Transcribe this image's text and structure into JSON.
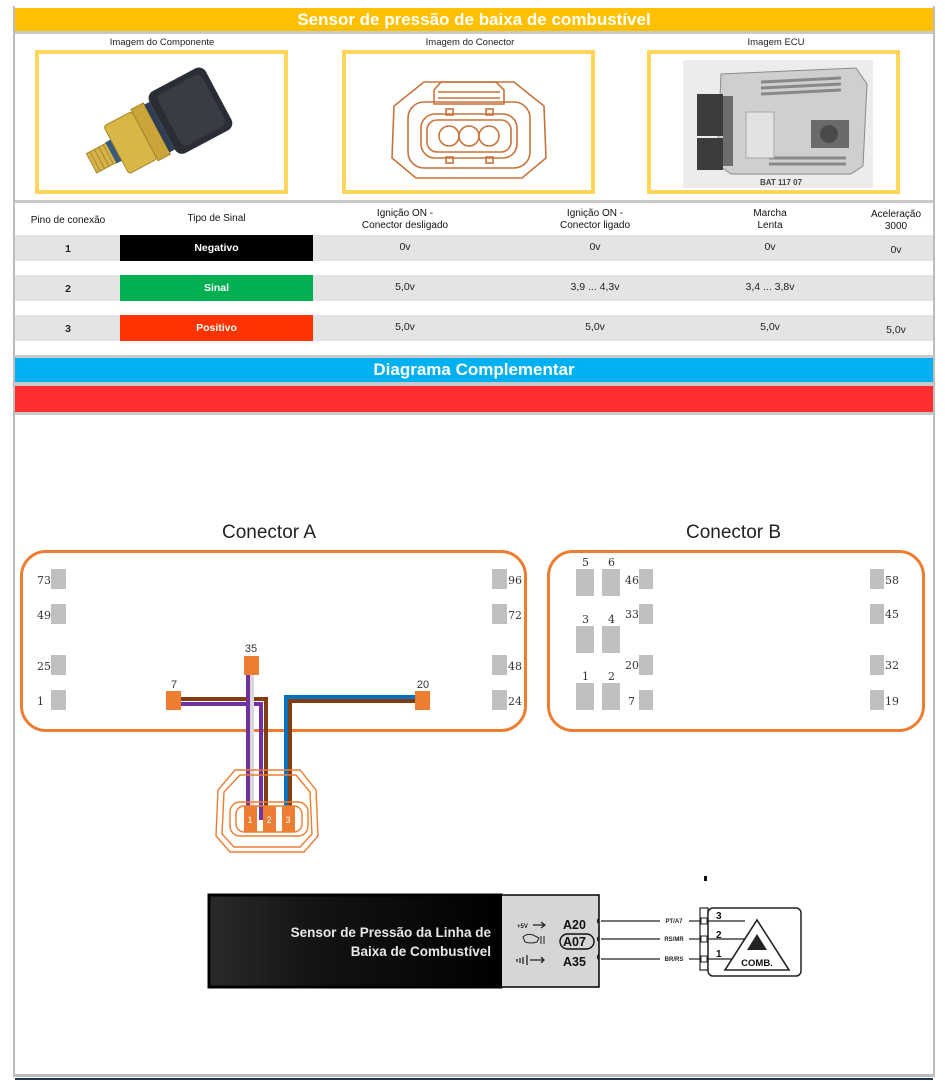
{
  "header": {
    "title": "Sensor de pressão de baixa de combustível",
    "accent": "#ffc000"
  },
  "images": {
    "component_label": "Imagem do Componente",
    "connector_label": "Imagem do Conector",
    "ecu_label": "Imagem ECU",
    "ecu_caption": "BAT 117 07"
  },
  "table": {
    "headers": {
      "pin": "Pino de conexão",
      "signal": "Tipo de Sinal",
      "ign_off_1": "Ignição ON -",
      "ign_off_2": "Conector desligado",
      "ign_on_1": "Ignição ON -",
      "ign_on_2": "Conector ligado",
      "idle_1": "Marcha",
      "idle_2": "Lenta",
      "accel_1": "Aceleração",
      "accel_2": "3000"
    },
    "rows": [
      {
        "pin": "1",
        "signal": "Negativo",
        "signal_color": "#000000",
        "ign_off": "0v",
        "ign_on": "0v",
        "idle": "0v",
        "accel": "0v"
      },
      {
        "pin": "2",
        "signal": "Sinal",
        "signal_color": "#00b050",
        "ign_off": "5,0v",
        "ign_on": "3,9 ... 4,3v",
        "idle": "3,4 ... 3,8v",
        "accel": ""
      },
      {
        "pin": "3",
        "signal": "Positivo",
        "signal_color": "#ff3300",
        "ign_off": "5,0v",
        "ign_on": "5,0v",
        "idle": "5,0v",
        "accel": "5,0v"
      }
    ]
  },
  "diagram": {
    "title": "Diagrama Complementar",
    "connector_a": {
      "title": "Conector A",
      "left_pins": [
        "73",
        "49",
        "25",
        "1"
      ],
      "right_pins": [
        "96",
        "72",
        "48",
        "24"
      ],
      "active_pins": [
        "35",
        "7",
        "20"
      ]
    },
    "connector_b": {
      "title": "Conector B",
      "big_pins": [
        "5",
        "6",
        "3",
        "4",
        "1",
        "2"
      ],
      "mid_pins": [
        "46",
        "33",
        "20",
        "7"
      ],
      "right_pins": [
        "58",
        "45",
        "32",
        "19"
      ]
    },
    "sensor_plug_pins": [
      "1",
      "2",
      "3"
    ],
    "wiring": {
      "module_title_1": "Sensor de Pressão da Linha de",
      "module_title_2": "Baixa de Combustível",
      "supply_label": "+5V",
      "pins": [
        "A20",
        "A07",
        "A35"
      ],
      "wires": [
        "PT/A7",
        "RS/MR",
        "BR/RS"
      ],
      "sensor_pins": [
        "3",
        "2",
        "1"
      ],
      "sensor_label": "COMB."
    }
  }
}
